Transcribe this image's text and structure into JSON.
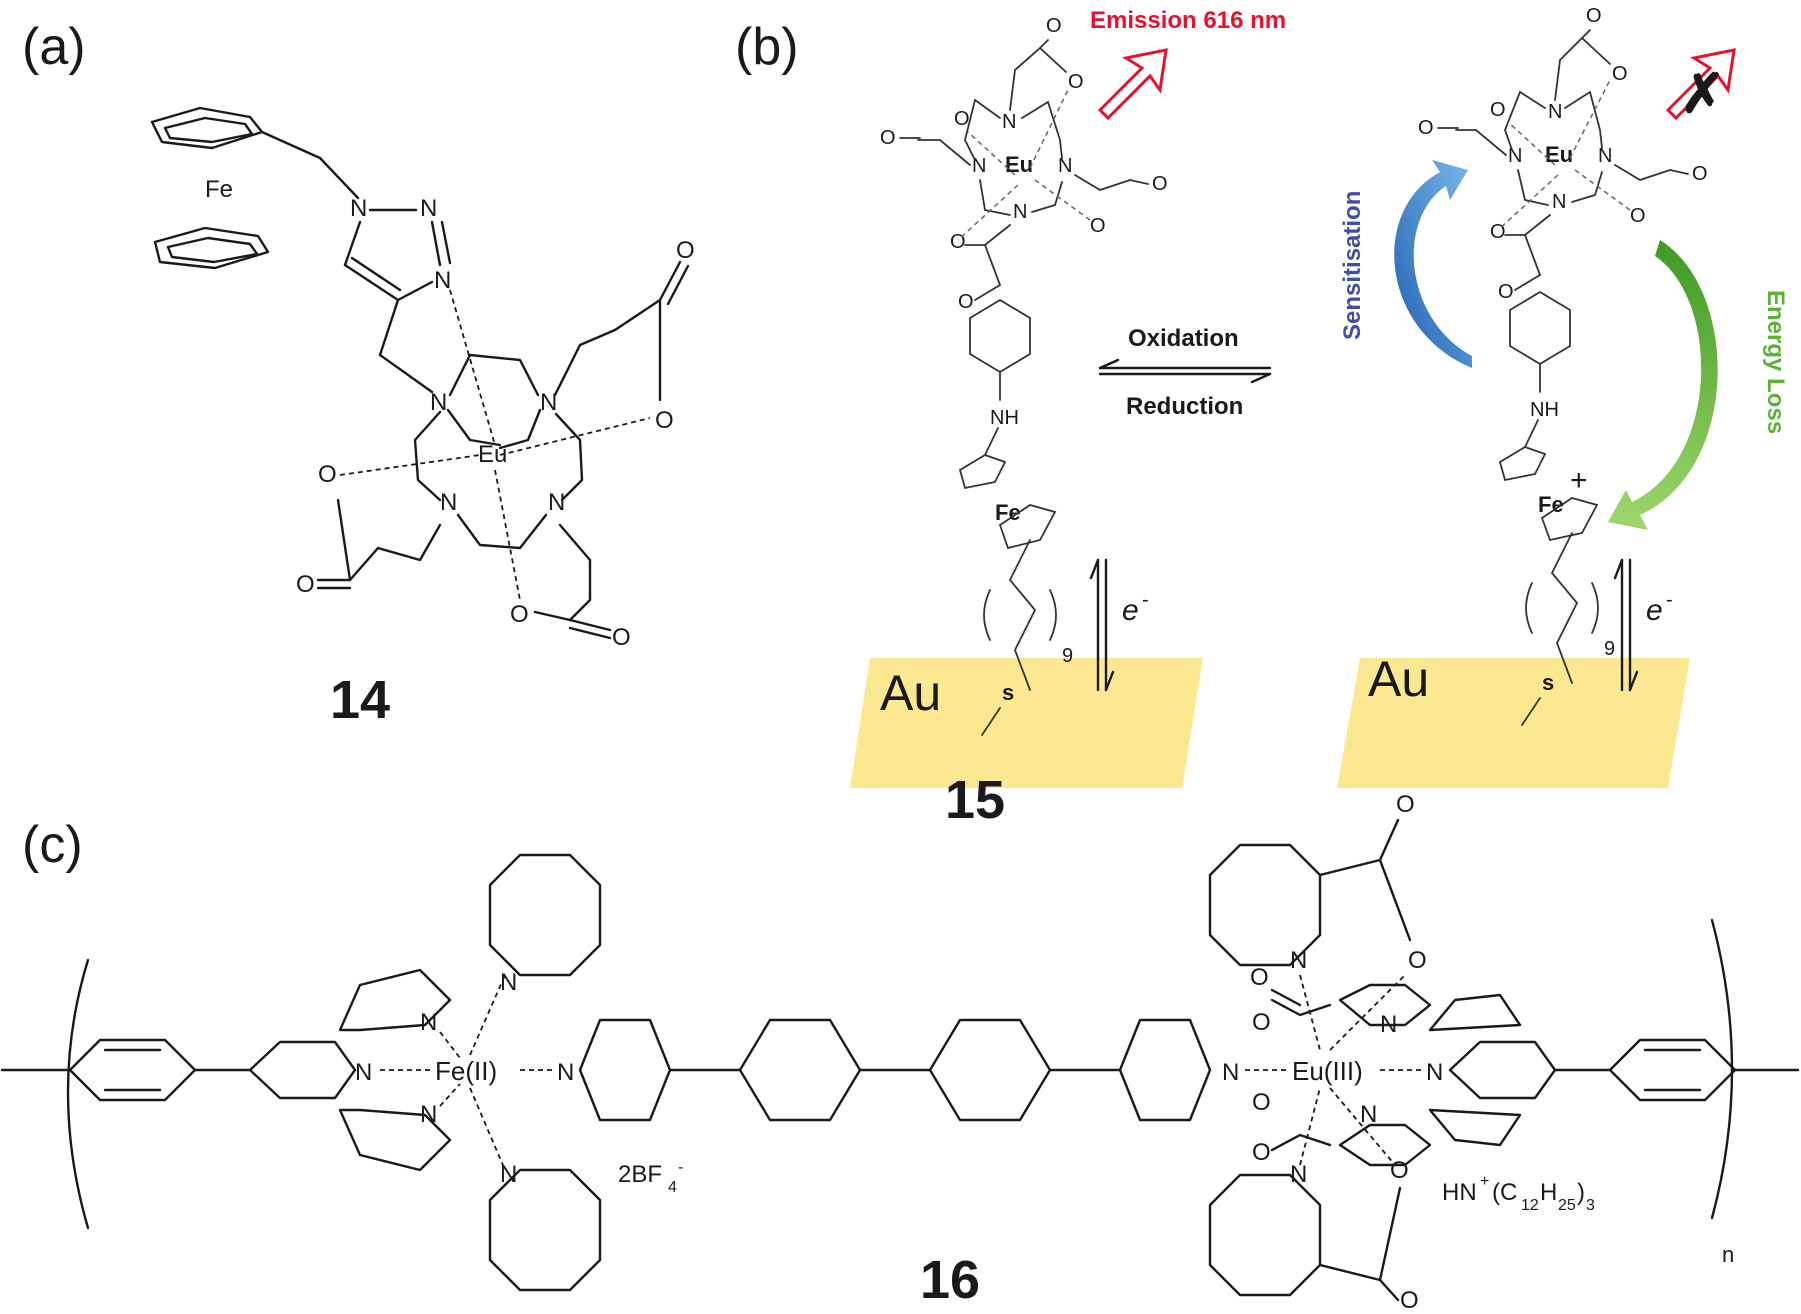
{
  "panels": {
    "a": {
      "label": "(a)",
      "compound": "14",
      "atoms": {
        "fe": "Fe",
        "eu": "Eu",
        "n": "N",
        "o": "O"
      }
    },
    "b": {
      "label": "(b)",
      "compound": "15",
      "emission": "Emission 616 nm",
      "oxidation": "Oxidation",
      "reduction": "Reduction",
      "sensitisation": "Sensitisation",
      "energy_loss": "Energy Loss",
      "electron": "e",
      "electron_sup": "-",
      "surface": "Au",
      "atoms": {
        "eu": "Eu",
        "fe": "Fe",
        "nh": "NH",
        "s": "s",
        "n": "N",
        "o": "O",
        "plus": "+",
        "nine": "9",
        "x_mark": "✗"
      }
    },
    "c": {
      "label": "(c)",
      "compound": "16",
      "fe_center": "Fe(II)",
      "eu_center": "Eu(III)",
      "counter_anion": "2BF",
      "counter_anion_sub": "4",
      "counter_anion_sup": "-",
      "counter_cation": "HN",
      "counter_cation_sup": "+",
      "counter_cation_mid": "(C",
      "counter_cation_sub1": "12",
      "counter_cation_h": "H",
      "counter_cation_sub2": "25",
      "counter_cation_end": ")",
      "counter_cation_sub3": "3",
      "repeat_n": "n",
      "atoms": {
        "n": "N",
        "o": "O"
      }
    }
  },
  "colors": {
    "emission_red": "#e8112d",
    "sensitisation_blue": "#3f4fa8",
    "energy_loss_green": "#5bb336",
    "gold_surface": "#fce891",
    "blue_arrow": "#2f78c4",
    "green_arrow": "#5bb832"
  }
}
